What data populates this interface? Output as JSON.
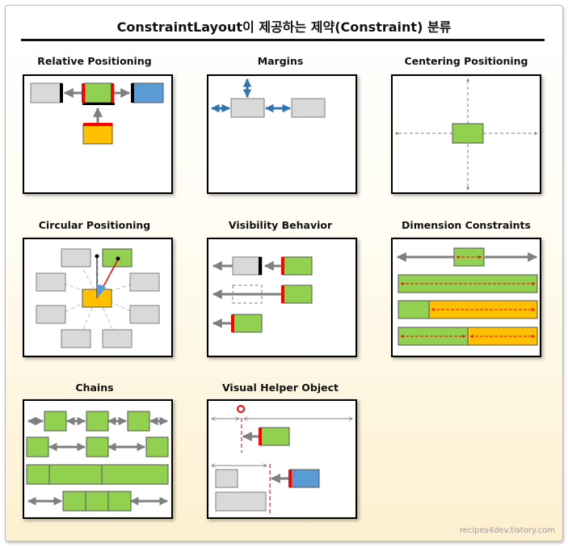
{
  "title": "ConstraintLayout이 제공하는 제약(Constraint) 분류",
  "panels": [
    {
      "label": "Relative  Positioning"
    },
    {
      "label": "Margins"
    },
    {
      "label": "Centering  Positioning"
    },
    {
      "label": "Circular  Positioning"
    },
    {
      "label": "Visibility Behavior"
    },
    {
      "label": "Dimension Constraints"
    },
    {
      "label": "Chains"
    },
    {
      "label": "Visual Helper  Object"
    }
  ],
  "watermark": "recipes4dev.tistory.com",
  "colors": {
    "green": "#92d050",
    "gray_box": "#d9d9d9",
    "blue": "#5b9bd5",
    "orange": "#ffc000",
    "red": "#ff0000",
    "blue_arrow": "#2e75b6",
    "arrow_gray": "#7f7f7f"
  }
}
